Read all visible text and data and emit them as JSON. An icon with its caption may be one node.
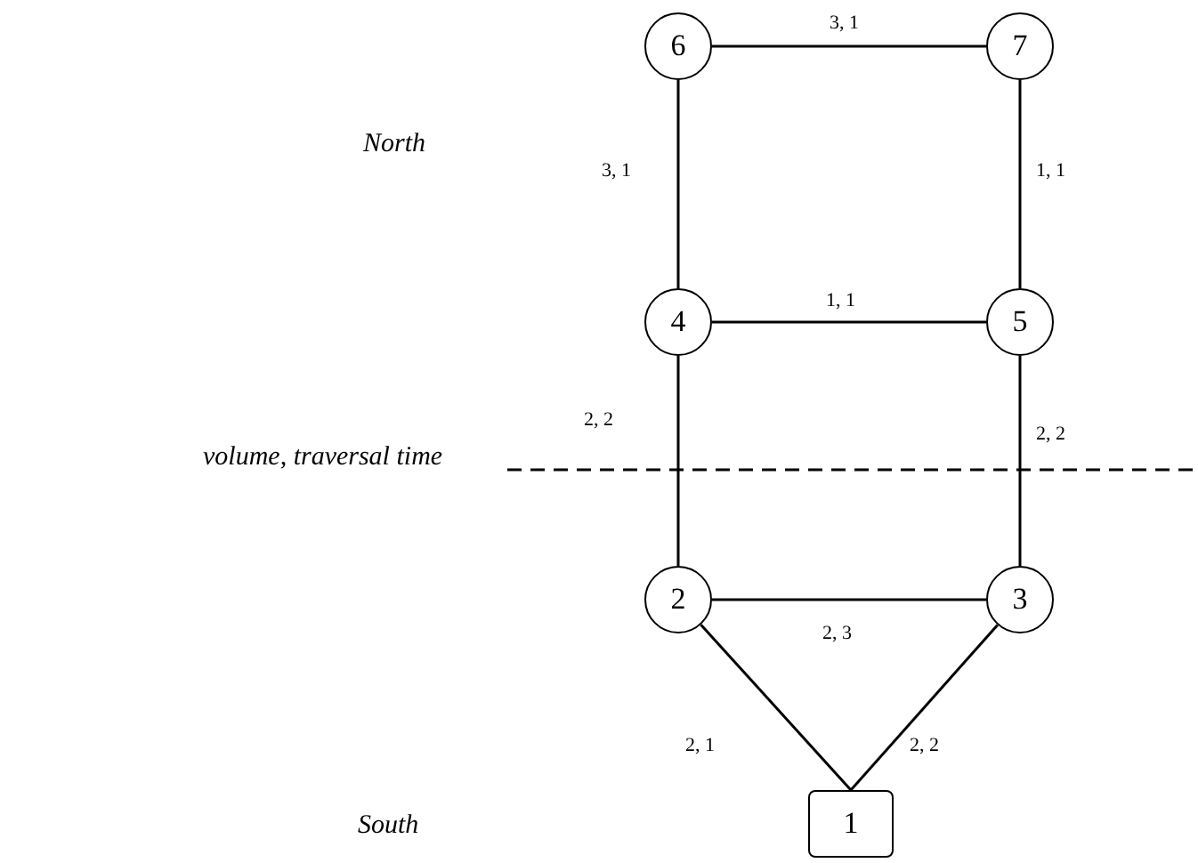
{
  "diagram": {
    "nodes": [
      {
        "text": [
          "6"
        ]
      },
      {
        "text": [
          "7"
        ]
      },
      {
        "text": [
          "4"
        ]
      },
      {
        "text": [
          "5"
        ]
      },
      {
        "text": [
          "2"
        ]
      },
      {
        "text": [
          "3"
        ]
      },
      {
        "text": [
          "1"
        ]
      }
    ],
    "edges": [
      {
        "from": 0,
        "to": 1,
        "arrow": "none",
        "label": "3, 1"
      },
      {
        "from": 0,
        "to": 2,
        "arrow": "none",
        "label": "3, 1"
      },
      {
        "from": 1,
        "to": 3,
        "arrow": "none",
        "label": "1, 1"
      },
      {
        "from": 2,
        "to": 3,
        "arrow": "none",
        "label": "1, 1"
      },
      {
        "from": 2,
        "to": 4,
        "arrow": "none",
        "label": "2, 2"
      },
      {
        "from": 3,
        "to": 5,
        "arrow": "none",
        "label": "2, 2"
      },
      {
        "from": 4,
        "to": 5,
        "arrow": "none",
        "label": "2, 3"
      },
      {
        "from": 4,
        "to": 6,
        "arrow": "none",
        "label": "2, 1"
      },
      {
        "from": 5,
        "to": 6,
        "arrow": "none",
        "label": "2, 2"
      }
    ],
    "labels": [
      "North",
      "volume, traversal time",
      "South"
    ]
  }
}
